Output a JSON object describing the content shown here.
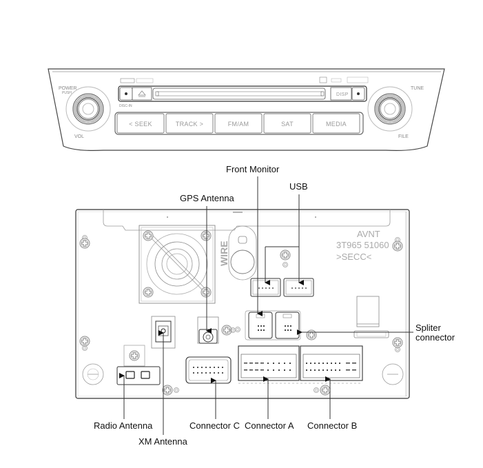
{
  "head_unit_front": {
    "knob_labels": {
      "left_top": "POWER",
      "left_top_sub": "PUSH",
      "left_bottom": "VOL",
      "right_top": "TUNE",
      "right_bottom": "FILE"
    },
    "logos": [
      "bluetooth-logo",
      "bluetooth-text-logo",
      "sd-logo",
      "rds-logo",
      "brand-logo"
    ],
    "disc_label": "DISC-IN",
    "disp_button": "DISP",
    "buttons": [
      "< SEEK",
      "TRACK >",
      "FM/AM",
      "SAT",
      "MEDIA"
    ]
  },
  "head_unit_rear": {
    "model_text": "AVNT",
    "part_number": "3T965 51060",
    "material_mark": ">SECC<",
    "wire_label": "WIRE"
  },
  "callouts": {
    "front_monitor": "Front Monitor",
    "usb": "USB",
    "gps_antenna": "GPS Antenna",
    "spliter_line1": "Spliter",
    "spliter_line2": "connector",
    "radio_antenna": "Radio Antenna",
    "xm_antenna": "XM Antenna",
    "connector_c": "Connector C",
    "connector_a": "Connector A",
    "connector_b": "Connector B"
  }
}
